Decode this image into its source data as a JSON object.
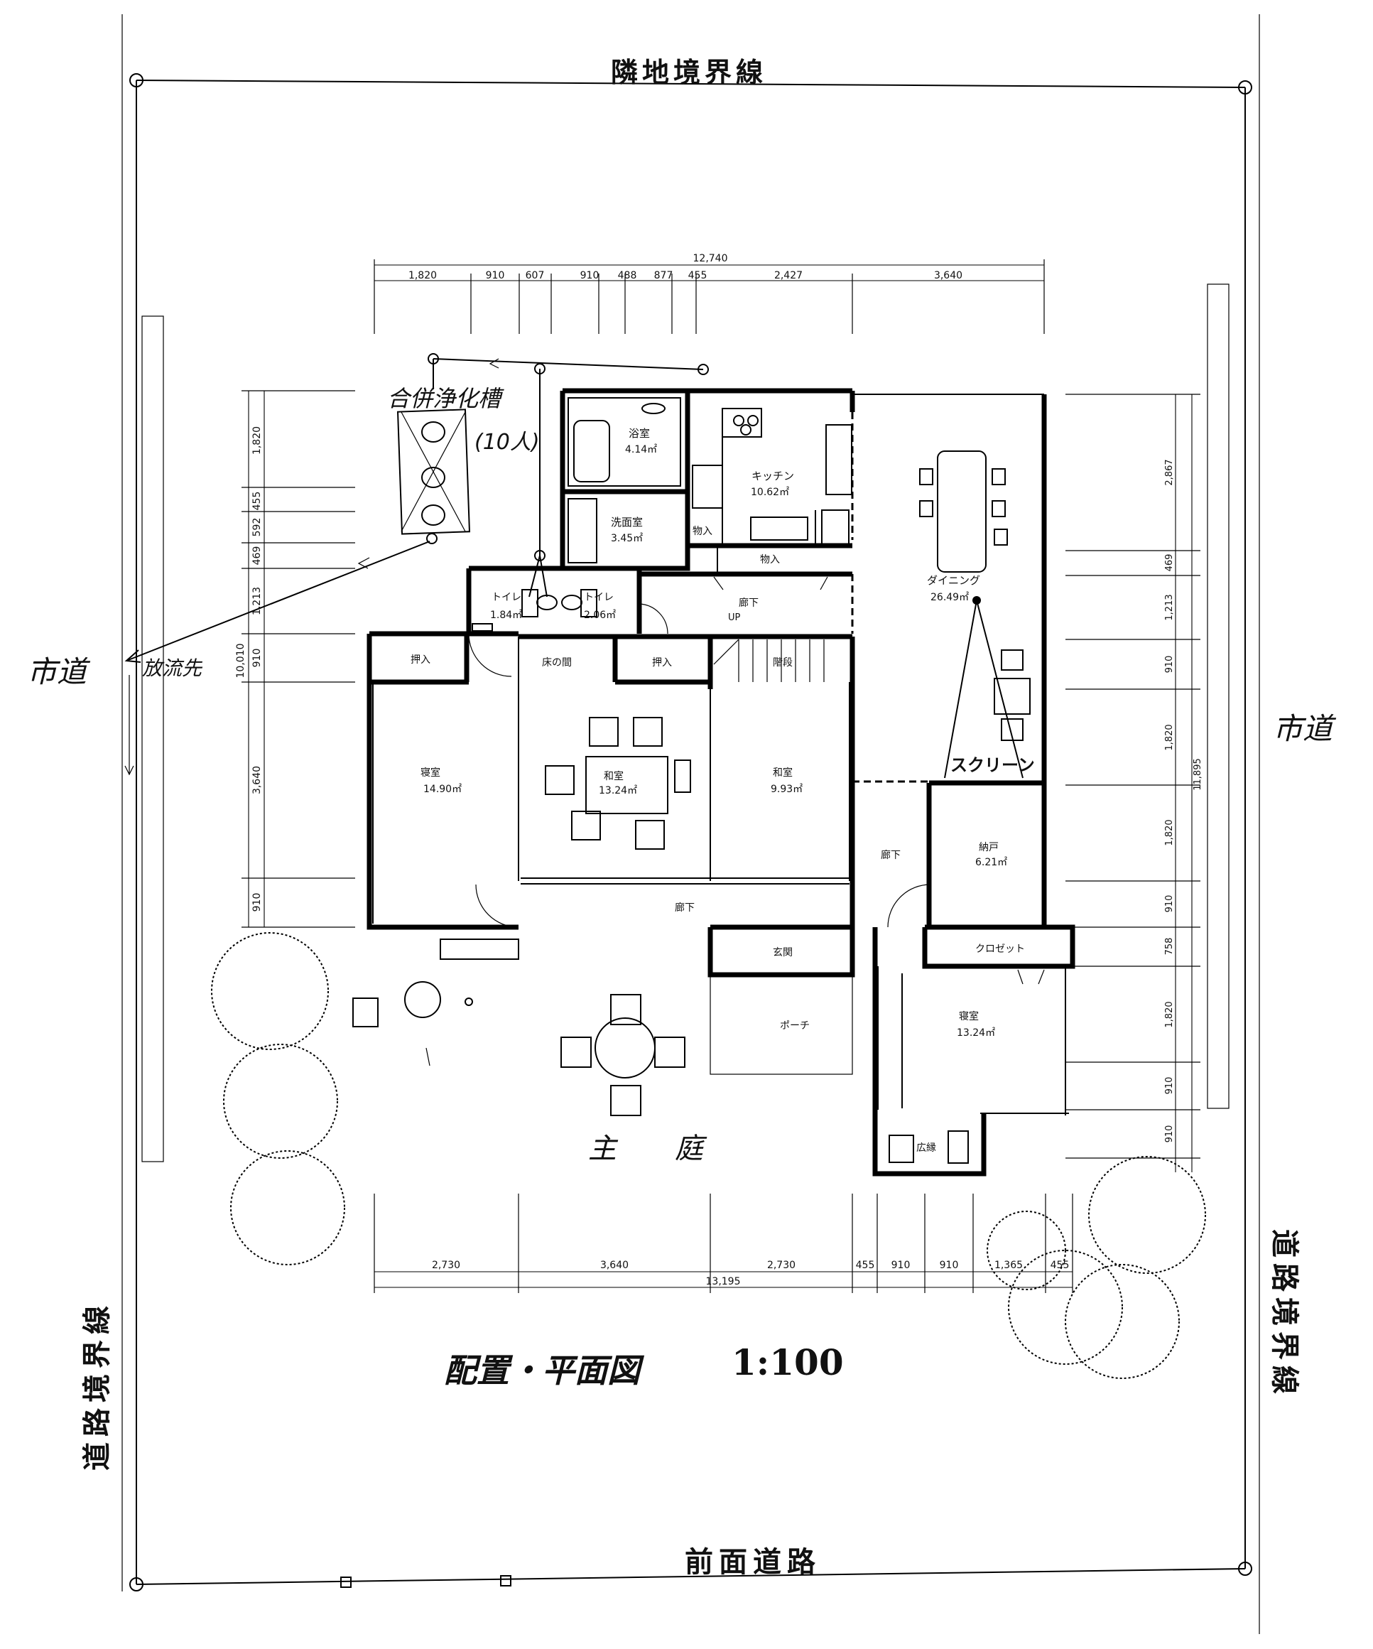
{
  "boundary": {
    "top": "隣地境界線",
    "bottom": "前面道路",
    "left": "道路境界線",
    "right": "道路境界線"
  },
  "roads": {
    "left": "市道",
    "right": "市道"
  },
  "septic": {
    "label": "合併浄化槽",
    "capacity": "(10人)",
    "outflow": "放流先"
  },
  "rooms": {
    "bath": {
      "name": "浴室",
      "area": "4.14㎡"
    },
    "kitchen": {
      "name": "キッチン",
      "area": "10.62㎡"
    },
    "storage1": "物入",
    "storage2": "物入",
    "washroom": {
      "name": "洗面室",
      "area": "3.45㎡"
    },
    "toilet1": {
      "name": "トイレ",
      "area": "1.84㎡"
    },
    "toilet2": {
      "name": "トイレ",
      "area": "2.06㎡"
    },
    "hall_up": {
      "name": "廊下",
      "sub": "UP"
    },
    "dining": {
      "name": "ダイニング",
      "area": "26.49㎡"
    },
    "oshiire1": "押入",
    "tokonoma": "床の間",
    "oshiire2": "押入",
    "stairs": "階段",
    "bedroom_left": {
      "name": "寝室",
      "area": "14.90㎡"
    },
    "washitsu1": {
      "name": "和室",
      "area": "13.24㎡"
    },
    "washitsu2": {
      "name": "和室",
      "area": "9.93㎡"
    },
    "screen": "スクリーン",
    "hall_mid": "廊下",
    "nando": {
      "name": "納戸",
      "area": "6.21㎡"
    },
    "hall_bottom": "廊下",
    "genkan": "玄関",
    "closet": "クロゼット",
    "porch": "ポーチ",
    "bedroom_right": {
      "name": "寝室",
      "area": "13.24㎡"
    },
    "hiroen": "広縁",
    "garden": [
      "主",
      "庭"
    ]
  },
  "dims": {
    "top_total": "12,740",
    "top": [
      "1,820",
      "910",
      "607",
      "910",
      "488",
      "877",
      "455",
      "2,427",
      "3,640"
    ],
    "bottom_total": "13,195",
    "bottom": [
      "2,730",
      "3,640",
      "2,730",
      "455",
      "910",
      "910",
      "1,365",
      "455"
    ],
    "left_total": "10,010",
    "left": [
      "1,820",
      "455",
      "592",
      "469",
      "1,213",
      "910",
      "3,640",
      "910"
    ],
    "right_total": "11,895",
    "right": [
      "2,867",
      "469",
      "1,213",
      "910",
      "1,820",
      "1,820",
      "910",
      "758",
      "1,820",
      "910",
      "910"
    ]
  },
  "title": {
    "name": "配置・平面図",
    "scale": "1:100"
  }
}
